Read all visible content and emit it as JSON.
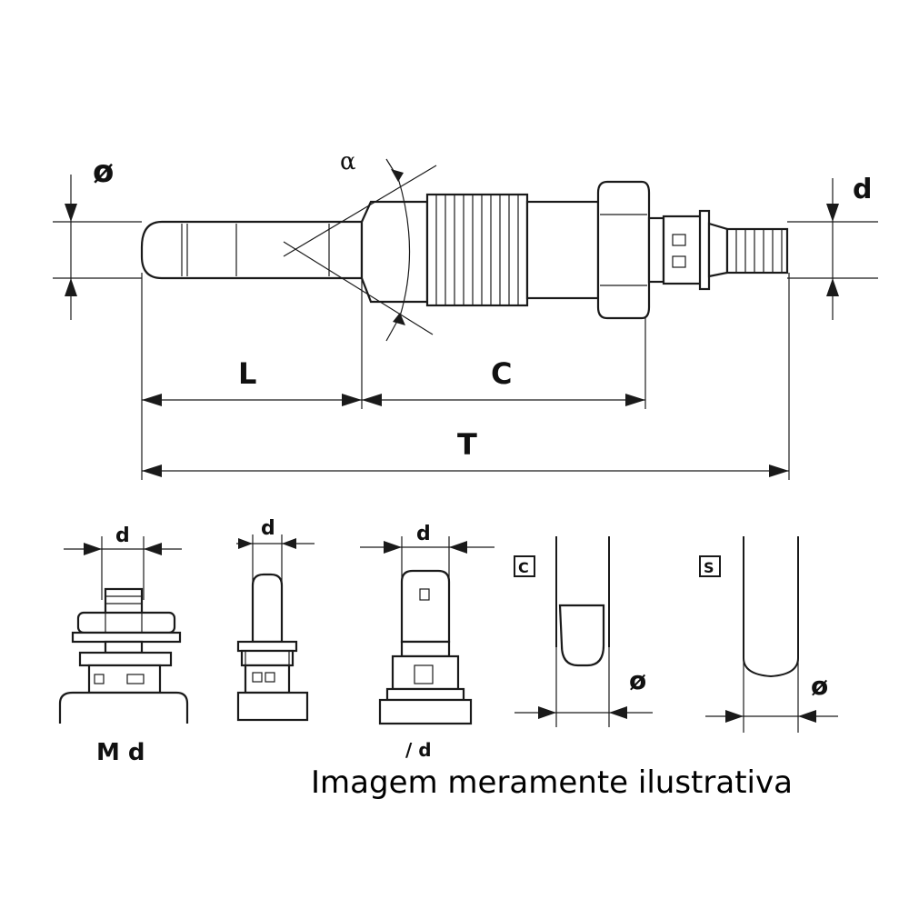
{
  "main_view": {
    "diameter_label": "ø",
    "angle_label": "α",
    "terminal_label": "d",
    "length_label": "L",
    "thread_label": "C",
    "total_label": "T"
  },
  "terminals": {
    "threaded": {
      "dim_label": "d",
      "caption": "M d"
    },
    "pin": {
      "dim_label": "d"
    },
    "blade": {
      "dim_label": "d",
      "caption": "/ d"
    }
  },
  "tips": {
    "cylindrical": {
      "tag": "C",
      "diameter_label": "ø"
    },
    "spherical": {
      "tag": "S",
      "diameter_label": "ø"
    }
  },
  "caption": "Imagem meramente ilustrativa"
}
